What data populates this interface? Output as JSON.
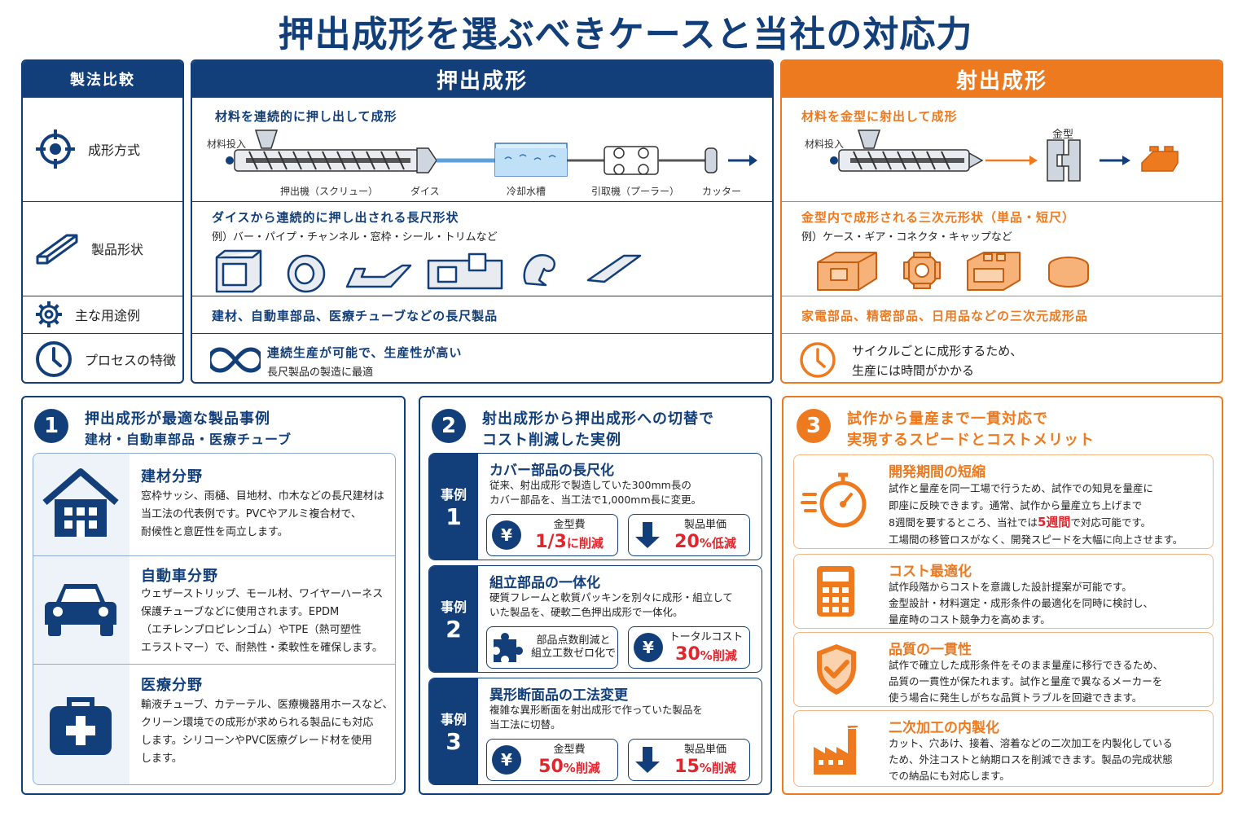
{
  "title": "押出成形を選ぶべきケースと当社の対応力",
  "compare": {
    "header": "製法比較",
    "rows": [
      {
        "label": "成形方式",
        "icon": "target-icon"
      },
      {
        "label": "製品形状",
        "icon": "profile-bar-icon"
      },
      {
        "label": "主な用途例",
        "icon": "gear-icon"
      },
      {
        "label": "プロセスの特徴",
        "icon": "clock-icon"
      }
    ]
  },
  "extrusion": {
    "header": "押出成形",
    "method_title": "材料を連続的に押し出して成形",
    "process_labels": {
      "input": "材料投入",
      "extruder": "押出機（スクリュー）",
      "die": "ダイス",
      "cooling": "冷却水槽",
      "puller": "引取機（プーラー）",
      "cutter": "カッター"
    },
    "shape_title": "ダイスから連続的に押し出される長尺形状",
    "shape_examples": "例）バー・パイプ・チャンネル・窓枠・シール・トリムなど",
    "use": "建材、自動車部品、医療チューブなどの長尺製品",
    "feature_title": "連続生産が可能で、生産性が高い",
    "feature_sub": "長尺製品の製造に最適"
  },
  "injection": {
    "header": "射出成形",
    "method_title": "材料を金型に射出して成形",
    "process_labels": {
      "input": "材料投入",
      "mold": "金型"
    },
    "shape_title": "金型内で成形される三次元形状（単品・短尺）",
    "shape_examples": "例）ケース・ギア・コネクタ・キャップなど",
    "use": "家電部品、精密部品、日用品などの三次元成形品",
    "feature_line1": "サイクルごとに成形するため、",
    "feature_line2": "生産には時間がかかる"
  },
  "section1": {
    "num": "1",
    "title": "押出成形が最適な製品事例",
    "subtitle": "建材・自動車部品・医療チューブ",
    "items": [
      {
        "title": "建材分野",
        "lines": [
          "窓枠サッシ、雨樋、目地材、巾木などの長尺建材は",
          "当工法の代表例です。PVCやアルミ複合材で、",
          "耐候性と意匠性を両立します。"
        ]
      },
      {
        "title": "自動車分野",
        "lines": [
          "ウェザーストリップ、モール材、ワイヤーハーネス",
          "保護チューブなどに使用されます。EPDM",
          "（エチレンプロピレンゴム）やTPE（熱可塑性",
          "エラストマー）で、耐熱性・柔軟性を確保します。"
        ]
      },
      {
        "title": "医療分野",
        "lines": [
          "輸液チューブ、カテーテル、医療機器用ホースなど、",
          "クリーン環境での成形が求められる製品にも対応",
          "します。シリコーンやPVC医療グレード材を使用",
          "します。"
        ]
      }
    ]
  },
  "section2": {
    "num": "2",
    "title_line1": "射出成形から押出成形への切替で",
    "title_line2": "コスト削減した実例",
    "case_label": "事例",
    "cases": [
      {
        "num": "1",
        "title": "カバー部品の長尺化",
        "lines": [
          "従来、射出成形で製造していた300mm長の",
          "カバー部品を、当工法で1,000mm長に変更。"
        ],
        "stats": [
          {
            "icon": "¥",
            "label": "金型費",
            "value": "1/3",
            "unit": "に削減"
          },
          {
            "icon": "↓",
            "label": "製品単価",
            "value": "20",
            "unit": "%低減"
          }
        ]
      },
      {
        "num": "2",
        "title": "組立部品の一体化",
        "lines": [
          "硬質フレームと軟質パッキンを別々に成形・組立して",
          "いた製品を、硬軟二色押出成形で一体化。"
        ],
        "stats": [
          {
            "icon": "puzzle",
            "label": "部品点数削減と",
            "label2": "組立工数ゼロ化で",
            "value": "",
            "unit": ""
          },
          {
            "icon": "¥",
            "label": "トータルコスト",
            "value": "30",
            "unit": "%削減"
          }
        ]
      },
      {
        "num": "3",
        "title": "異形断面品の工法変更",
        "lines": [
          "複雑な異形断面を射出成形で作っていた製品を",
          "当工法に切替。"
        ],
        "stats": [
          {
            "icon": "¥",
            "label": "金型費",
            "value": "50",
            "unit": "%削減"
          },
          {
            "icon": "↓",
            "label": "製品単価",
            "value": "15",
            "unit": "%削減"
          }
        ]
      }
    ]
  },
  "section3": {
    "num": "3",
    "title_line1": "試作から量産まで一貫対応で",
    "title_line2": "実現するスピードとコストメリット",
    "items": [
      {
        "title": "開発期間の短縮",
        "lines": [
          "試作と量産を同一工場で行うため、試作での知見を量産に",
          "即座に反映できます。通常、試作から量産立ち上げまで"
        ],
        "line3_pre": "8週間を要するところ、当社では",
        "line3_hl": "5週間",
        "line3_post": "で対応可能です。",
        "line4": "工場間の移管ロスがなく、開発スピードを大幅に向上させます。"
      },
      {
        "title": "コスト最適化",
        "lines": [
          "試作段階からコストを意識した設計提案が可能です。",
          "金型設計・材料選定・成形条件の最適化を同時に検討し、",
          "量産時のコスト競争力を高めます。"
        ]
      },
      {
        "title": "品質の一貫性",
        "lines": [
          "試作で確立した成形条件をそのまま量産に移行できるため、",
          "品質の一貫性が保たれます。試作と量産で異なるメーカーを",
          "使う場合に発生しがちな品質トラブルを回避できます。"
        ]
      },
      {
        "title": "二次加工の内製化",
        "lines": [
          "カット、穴あけ、接着、溶着などの二次加工を内製化している",
          "ため、外注コストと納期ロスを削減できます。製品の完成状態",
          "での納品にも対応します。"
        ]
      }
    ]
  },
  "colors": {
    "navy": "#123f7a",
    "orange": "#ee7a1f",
    "red": "#e0262c"
  }
}
